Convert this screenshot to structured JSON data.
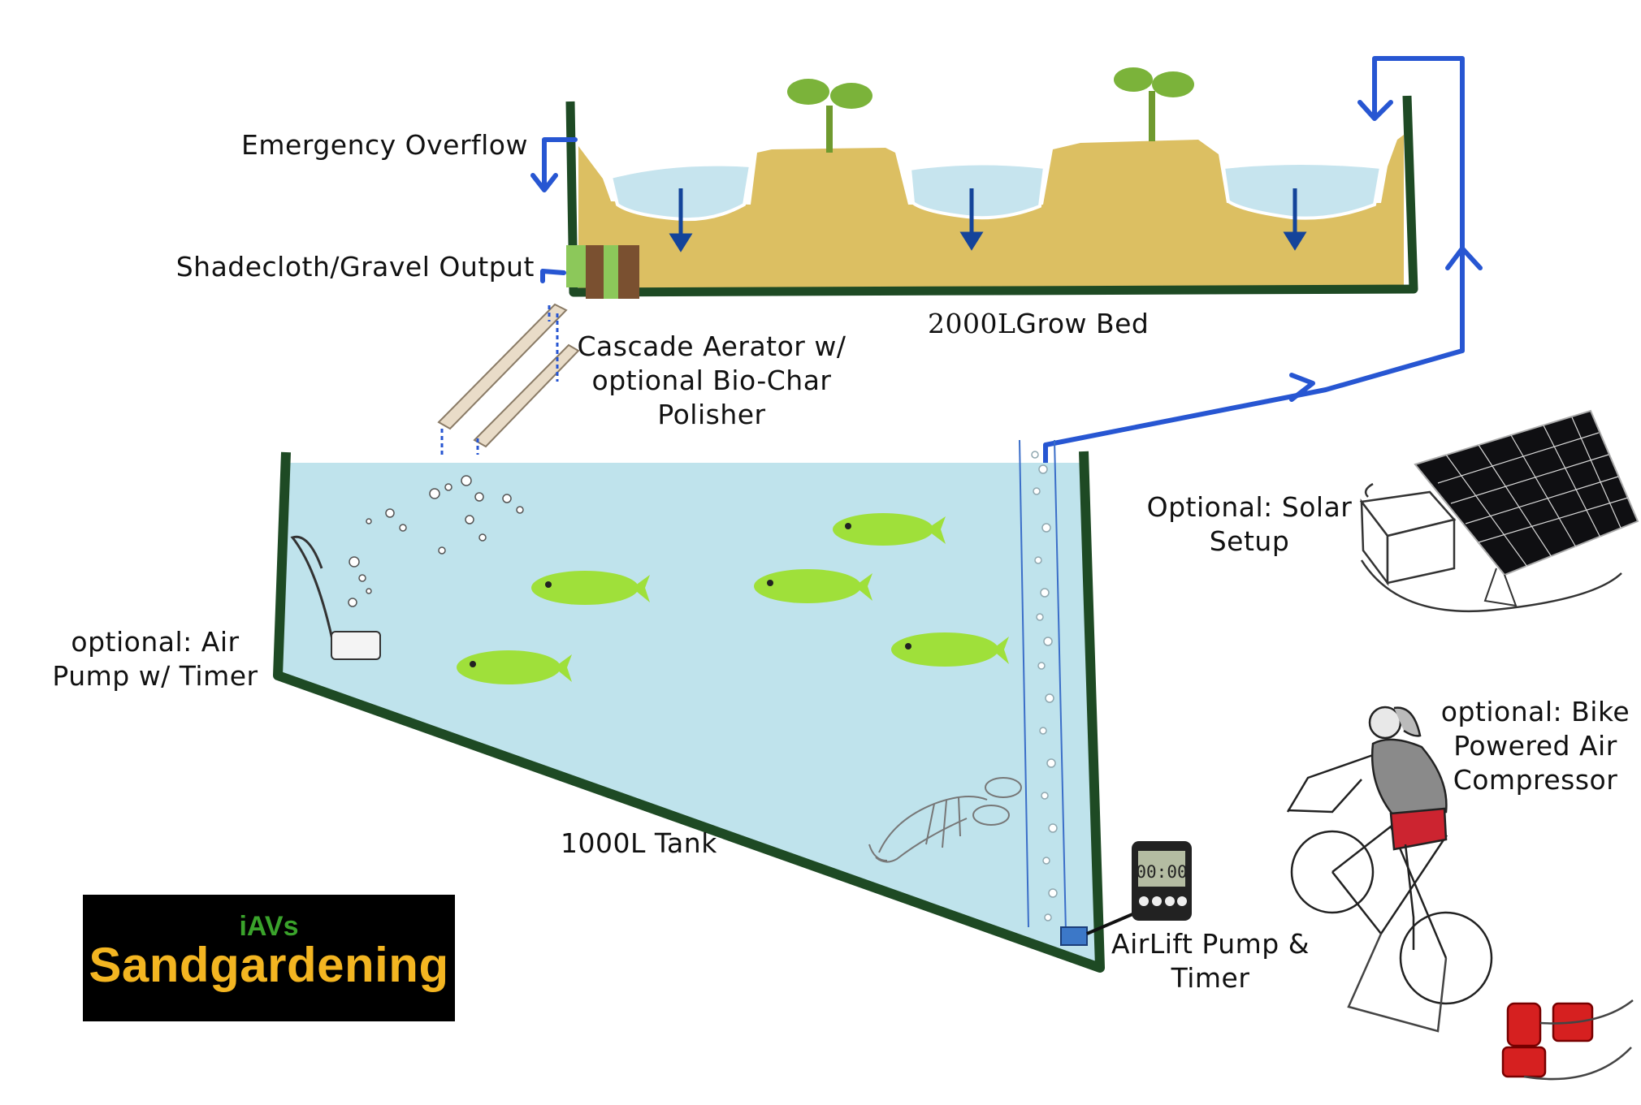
{
  "labels": {
    "emergency_overflow": "Emergency Overflow",
    "shadecloth_output": "Shadecloth/Gravel Output",
    "grow_bed_volume": "2000L",
    "grow_bed_name": "Grow Bed",
    "cascade_line1": "Cascade Aerator w/",
    "cascade_line2": "optional Bio-Char",
    "cascade_line3": "Polisher",
    "solar_line1": "Optional: Solar",
    "solar_line2": "Setup",
    "air_pump_line1": "optional: Air",
    "air_pump_line2": "Pump w/ Timer",
    "tank": "1000L Tank",
    "bike_line1": "optional: Bike",
    "bike_line2": "Powered Air",
    "bike_line3": "Compressor",
    "airlift_line1": "AirLift Pump &",
    "airlift_line2": "Timer"
  },
  "timer_display": "00:00",
  "logo": {
    "small": "iAVs",
    "big": "Sandgardening"
  },
  "colors": {
    "wall": "#1e4a24",
    "water": "#bfe3ec",
    "sand": "#dcbf62",
    "pipe": "#2756d2",
    "fish": "#9fe03a",
    "logo_bg": "#000000",
    "logo_small": "#3aa32b",
    "logo_big": "#f3b521"
  },
  "icons": [
    "seedling-icon",
    "fish-icon",
    "crayfish-icon",
    "air-pump-icon",
    "solar-panel-icon",
    "battery-icon",
    "bicycle-icon",
    "compressor-icon",
    "timer-icon"
  ]
}
